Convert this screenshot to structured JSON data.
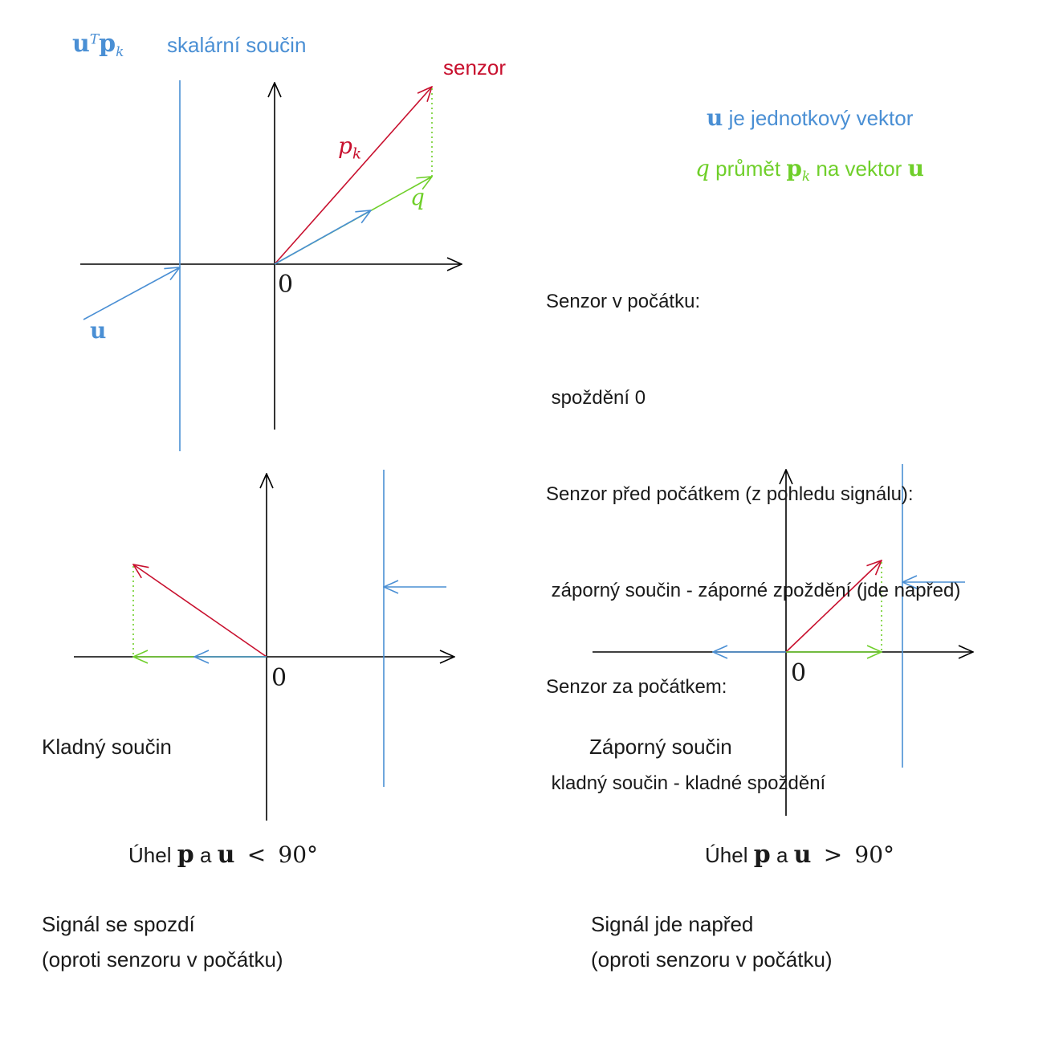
{
  "colors": {
    "blue": "#4a8fd4",
    "red": "#c8102e",
    "green": "#6fcf2a",
    "axis": "#000000"
  },
  "title": {
    "math_u": "u",
    "math_T": "T",
    "math_p": "p",
    "math_k": "k",
    "text": "skalární součin"
  },
  "labels": {
    "senzor": "senzor",
    "pk_p": "p",
    "pk_k": "k",
    "q": "q",
    "u": "u",
    "zero": "0"
  },
  "legend": {
    "u_sym": "u",
    "u_text": "je jednotkový vektor",
    "q_sym": "q",
    "q_text": "průmět",
    "q_p": "p",
    "q_k": "k",
    "q_text2": "na vektor",
    "q_u": "u"
  },
  "explanation": [
    "Senzor v počátku:",
    " spoždění 0",
    "Senzor před počátkem (z pohledu signálu):",
    " záporný součin - záporné zpoždění (jde napřed)",
    "Senzor za počátkem:",
    " kladný součin - kladné spoždění"
  ],
  "left_case": {
    "product_label": "Kladný součin",
    "angle_prefix": "Úhel",
    "angle_p": "p",
    "angle_a": "a",
    "angle_u": "u",
    "angle_rel": "<",
    "angle_val": "90°",
    "signal_1": "Signál se spozdí",
    "signal_2": "(oproti senzoru v počátku)"
  },
  "right_case": {
    "product_label": "Záporný součin",
    "angle_prefix": "Úhel",
    "angle_p": "p",
    "angle_a": "a",
    "angle_u": "u",
    "angle_rel": ">",
    "angle_val": "90°",
    "signal_1": "Signál jde napřed",
    "signal_2": "(oproti senzoru v počátku)"
  }
}
